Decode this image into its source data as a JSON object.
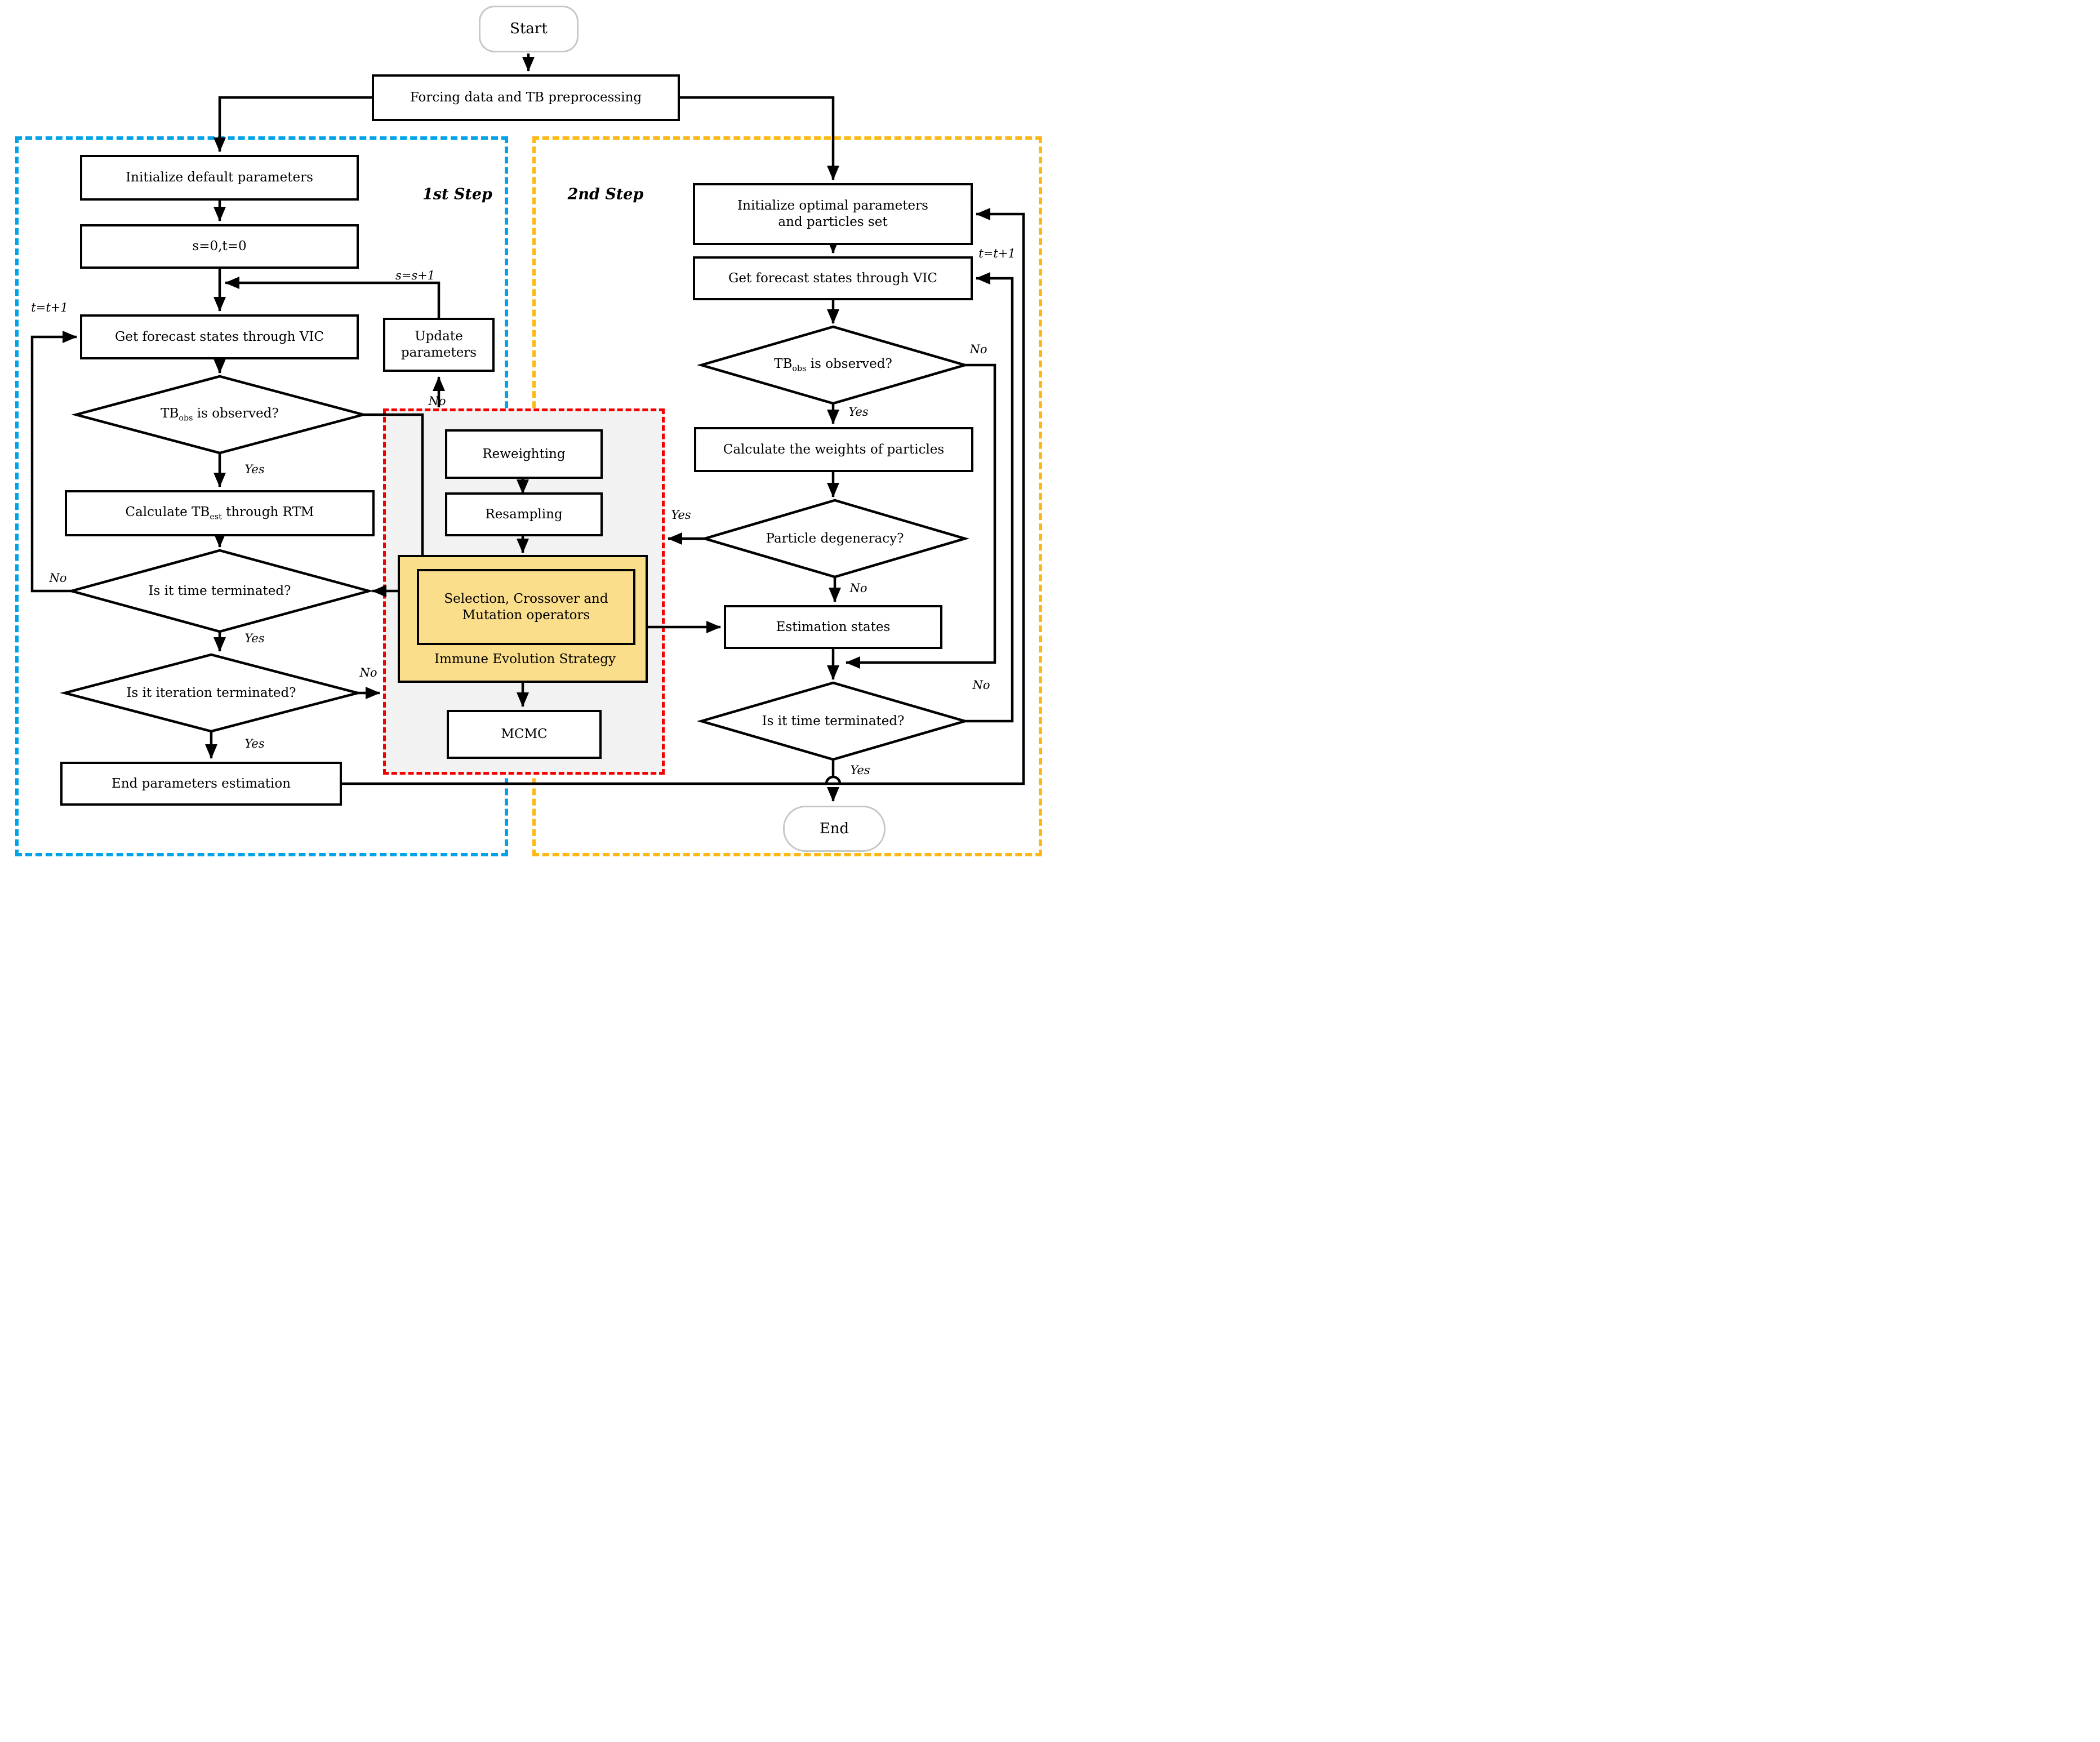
{
  "regions": {
    "step1": "1st Step",
    "step2": "2nd Step"
  },
  "nodes": {
    "start": {
      "label": "Start"
    },
    "forcing": {
      "label": "Forcing data and TB preprocessing"
    },
    "init_default": {
      "label": "Initialize default parameters"
    },
    "s0t0": {
      "label": "s=0,t=0"
    },
    "get_forecast_left": {
      "label": "Get forecast states through VIC"
    },
    "tbobs_left": {
      "pre": "TB",
      "sub": "obs",
      "post": " is observed?"
    },
    "calc_tbest": {
      "pre": "Calculate TB",
      "sub": "est",
      "post": " through RTM"
    },
    "time_term_left": {
      "label": "Is it time terminated?"
    },
    "iter_term": {
      "label": "Is it iteration terminated?"
    },
    "end_params": {
      "label": "End parameters estimation"
    },
    "update_params": {
      "lines": [
        "Update",
        "parameters"
      ]
    },
    "reweighting": {
      "label": "Reweighting"
    },
    "resampling": {
      "label": "Resampling"
    },
    "selection": {
      "lines": [
        "Selection, Crossover and",
        "Mutation operators"
      ]
    },
    "immune": {
      "label": "Immune Evolution Strategy"
    },
    "mcmc": {
      "label": "MCMC"
    },
    "init_optimal": {
      "lines": [
        "Initialize optimal parameters",
        "and particles set"
      ]
    },
    "get_forecast_right": {
      "label": "Get forecast states through VIC"
    },
    "tbobs_right": {
      "pre": "TB",
      "sub": "obs",
      "post": " is observed?"
    },
    "calc_weights": {
      "label": "Calculate the weights of particles"
    },
    "degeneracy": {
      "label": "Particle degeneracy?"
    },
    "estimation": {
      "label": "Estimation states"
    },
    "time_term_right": {
      "label": "Is it time terminated?"
    },
    "end": {
      "label": "End"
    }
  },
  "edge_labels": {
    "yes": "Yes",
    "no": "No",
    "t_inc": "t=t+1",
    "s_inc": "s=s+1"
  },
  "colors": {
    "step1_border": "#00A2E8",
    "step2_border": "#FDB813",
    "ies_border": "#F40000",
    "ies_fill": "#F2F2F2",
    "yellow_fill": "#FADE8B",
    "terminal_border": "#C8C8C8"
  }
}
